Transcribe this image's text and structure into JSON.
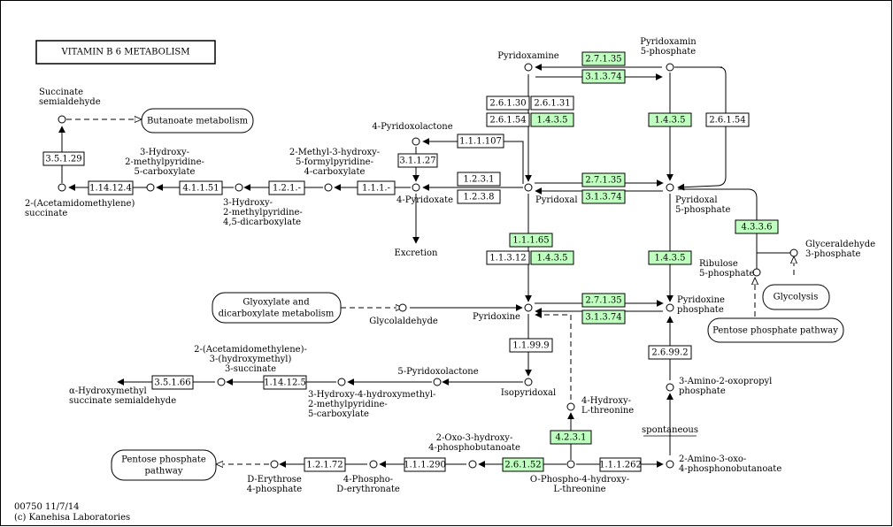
{
  "title": "VITAMIN B 6 METABOLISM",
  "footer": {
    "line1": "00750 11/7/14",
    "line2": "(c) Kanehisa Laboratories"
  },
  "colors": {
    "enzyme_present": "#bfffbf",
    "enzyme_absent": "#ffffff"
  },
  "maps": [
    {
      "id": "butanoate",
      "label": "Butanoate metabolism"
    },
    {
      "id": "glyoxylate",
      "label": "Glyoxylate and\ndicarboxylate metabolism"
    },
    {
      "id": "glycolysis",
      "label": "Glycolysis"
    },
    {
      "id": "ppp_right",
      "label": "Pentose phosphate pathway"
    },
    {
      "id": "ppp_left",
      "label": "Pentose phosphate\npathway"
    }
  ],
  "compounds": [
    {
      "id": "pyridoxamine",
      "label": "Pyridoxamine"
    },
    {
      "id": "pmp",
      "label": "Pyridoxamin\n5-phosphate"
    },
    {
      "id": "succ_semi",
      "label": "Succinate\nsemialdehyde"
    },
    {
      "id": "pyridoxolactone",
      "label": "4-Pyridoxolactone"
    },
    {
      "id": "hmpc",
      "label": "3-Hydroxy-\n2-methylpyridine-\n5-carboxylate"
    },
    {
      "id": "mhfpc",
      "label": "2-Methyl-3-hydroxy-\n5-formylpyridine-\n4-carboxylate"
    },
    {
      "id": "acetamido_succ",
      "label": "2-(Acetamidomethylene)\nsuccinate"
    },
    {
      "id": "hmpd",
      "label": "3-Hydroxy-\n2-methylpyridine-\n4,5-dicarboxylate"
    },
    {
      "id": "pyridoxate",
      "label": "4-Pyridoxate"
    },
    {
      "id": "pyridoxal",
      "label": "Pyridoxal"
    },
    {
      "id": "plp",
      "label": "Pyridoxal\n5-phosphate"
    },
    {
      "id": "excretion",
      "label": "Excretion"
    },
    {
      "id": "glyceraldehyde3p",
      "label": "Glyceraldehyde\n3-phosphate"
    },
    {
      "id": "ribulose5p",
      "label": "Ribulose\n5-phosphate"
    },
    {
      "id": "glycolaldehyde",
      "label": "Glycolaldehyde"
    },
    {
      "id": "pyridoxine",
      "label": "Pyridoxine"
    },
    {
      "id": "pnp",
      "label": "Pyridoxine\nphosphate"
    },
    {
      "id": "acetamido_hm_succ",
      "label": "2-(Acetamidomethylene)-\n3-(hydroxymethyl)\n3-succinate"
    },
    {
      "id": "pyridoxolactone5",
      "label": "5-Pyridoxolactone"
    },
    {
      "id": "ahm_semi",
      "label": "α-Hydroxymethyl\nsuccinate semialdehyde"
    },
    {
      "id": "hhmpc",
      "label": "3-Hydroxy-4-hydroxymethyl-\n2-methylpyridine-\n5-carboxylate"
    },
    {
      "id": "isopyridoxal",
      "label": "Isopyridoxal"
    },
    {
      "id": "amino_oxopropyl",
      "label": "3-Amino-2-oxopropyl\nphosphate"
    },
    {
      "id": "hydroxy_threonine",
      "label": "4-Hydroxy-\nL-threonine"
    },
    {
      "id": "spontaneous",
      "label": "spontaneous"
    },
    {
      "id": "oxo_hpb",
      "label": "2-Oxo-3-hydroxy-\n4-phosphobutanoate"
    },
    {
      "id": "erythrose4p",
      "label": "D-Erythrose\n4-phosphate"
    },
    {
      "id": "erythronate4p",
      "label": "4-Phospho-\nD-erythronate"
    },
    {
      "id": "phospho_threonine",
      "label": "O-Phospho-4-hydroxy-\nL-threonine"
    },
    {
      "id": "amino_oxo_pb",
      "label": "2-Amino-3-oxo-\n4-phosphonobutanoate"
    }
  ],
  "enzymes": [
    {
      "id": "e1",
      "label": "2.7.1.35",
      "present": true
    },
    {
      "id": "e2",
      "label": "3.1.3.74",
      "present": true
    },
    {
      "id": "e3",
      "label": "2.6.1.30",
      "present": false
    },
    {
      "id": "e4",
      "label": "2.6.1.31",
      "present": false
    },
    {
      "id": "e5",
      "label": "2.6.1.54",
      "present": false
    },
    {
      "id": "e6",
      "label": "1.4.3.5",
      "present": true
    },
    {
      "id": "e7",
      "label": "1.4.3.5",
      "present": true
    },
    {
      "id": "e8",
      "label": "2.6.1.54",
      "present": false
    },
    {
      "id": "e9",
      "label": "3.5.1.29",
      "present": false
    },
    {
      "id": "e10",
      "label": "1.1.1.107",
      "present": false
    },
    {
      "id": "e11",
      "label": "3.1.1.27",
      "present": false
    },
    {
      "id": "e12",
      "label": "1.14.12.4",
      "present": false
    },
    {
      "id": "e13",
      "label": "4.1.1.51",
      "present": false
    },
    {
      "id": "e14",
      "label": "1.2.1.-",
      "present": false
    },
    {
      "id": "e15",
      "label": "1.1.1.-",
      "present": false
    },
    {
      "id": "e16",
      "label": "1.2.3.1",
      "present": false
    },
    {
      "id": "e17",
      "label": "1.2.3.8",
      "present": false
    },
    {
      "id": "e18",
      "label": "2.7.1.35",
      "present": true
    },
    {
      "id": "e19",
      "label": "3.1.3.74",
      "present": true
    },
    {
      "id": "e20",
      "label": "4.3.3.6",
      "present": true
    },
    {
      "id": "e21",
      "label": "1.1.1.65",
      "present": true
    },
    {
      "id": "e22",
      "label": "1.1.3.12",
      "present": false
    },
    {
      "id": "e23",
      "label": "1.4.3.5",
      "present": true
    },
    {
      "id": "e24",
      "label": "1.4.3.5",
      "present": true
    },
    {
      "id": "e25",
      "label": "2.7.1.35",
      "present": true
    },
    {
      "id": "e26",
      "label": "3.1.3.74",
      "present": true
    },
    {
      "id": "e27",
      "label": "1.1.99.9",
      "present": false
    },
    {
      "id": "e28",
      "label": "2.6.99.2",
      "present": false
    },
    {
      "id": "e29",
      "label": "3.5.1.66",
      "present": false
    },
    {
      "id": "e30",
      "label": "1.14.12.5",
      "present": false
    },
    {
      "id": "e31",
      "label": "4.2.3.1",
      "present": true
    },
    {
      "id": "e32",
      "label": "1.2.1.72",
      "present": false
    },
    {
      "id": "e33",
      "label": "1.1.1.290",
      "present": false
    },
    {
      "id": "e34",
      "label": "2.6.1.52",
      "present": true
    },
    {
      "id": "e35",
      "label": "1.1.1.262",
      "present": false
    }
  ]
}
